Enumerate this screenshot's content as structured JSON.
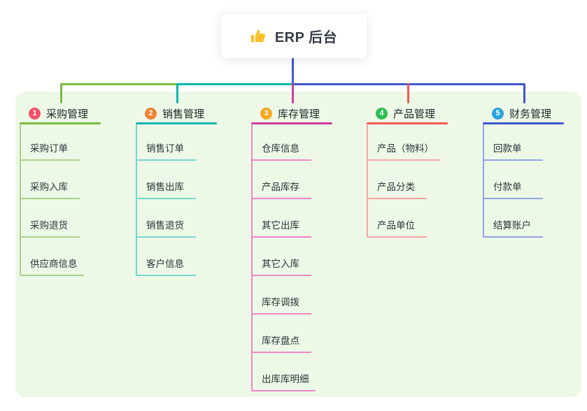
{
  "root": {
    "title": "ERP 后台",
    "icon": "thumbs-up-icon",
    "icon_color": "#f8c12c"
  },
  "panel": {
    "background": "#edf8e7"
  },
  "connectors": {
    "root_color": "#3f56d0"
  },
  "branches": [
    {
      "index": "1",
      "title": "采购管理",
      "badge_color": "#f15368",
      "line_color": "#7cbb3f",
      "child_line_color": "#abd18a",
      "children": [
        "采购订单",
        "采购入库",
        "采购退货",
        "供应商信息"
      ]
    },
    {
      "index": "2",
      "title": "销售管理",
      "badge_color": "#f0812f",
      "line_color": "#00b7ad",
      "child_line_color": "#76d6cd",
      "children": [
        "销售订单",
        "销售出库",
        "销售退货",
        "客户信息"
      ]
    },
    {
      "index": "3",
      "title": "库存管理",
      "badge_color": "#f7a823",
      "line_color": "#cf3d9b",
      "child_line_color": "#ef86c5",
      "children": [
        "仓库信息",
        "产品库存",
        "其它出库",
        "其它入库",
        "库存调拨",
        "库存盘点",
        "出库库明细"
      ]
    },
    {
      "index": "4",
      "title": "产品管理",
      "badge_color": "#2ebd52",
      "line_color": "#f25858",
      "child_line_color": "#f8a5a2",
      "children": [
        "产品（物料）",
        "产品分类",
        "产品单位"
      ]
    },
    {
      "index": "5",
      "title": "财务管理",
      "badge_color": "#2ba2df",
      "line_color": "#3f56d0",
      "child_line_color": "#92a4e4",
      "children": [
        "回款单",
        "付款单",
        "结算账户"
      ]
    }
  ]
}
